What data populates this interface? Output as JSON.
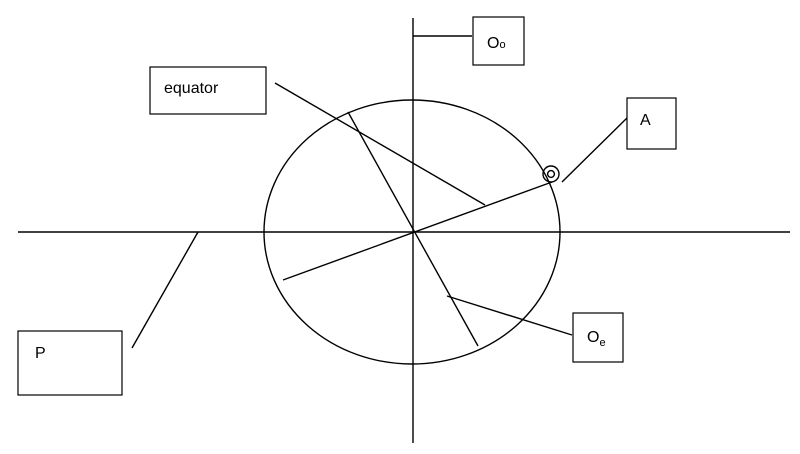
{
  "labels": {
    "equator": "equator",
    "o_o_main": "O",
    "o_o_sub": "o",
    "a": "A",
    "p": "P",
    "o_e_main": "O",
    "o_e_sub": "e"
  },
  "colors": {
    "stroke": "#000000",
    "background": "#ffffff"
  }
}
